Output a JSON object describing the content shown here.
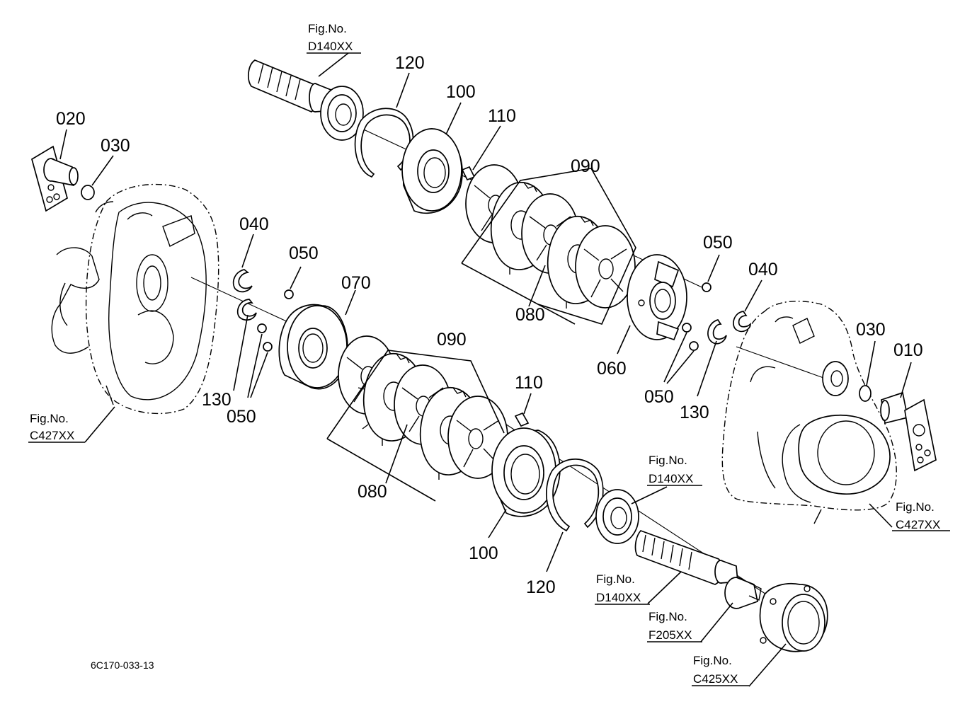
{
  "drawing_code": "6C170-033-13",
  "part_numbers": {
    "p020": "020",
    "p030_left": "030",
    "p040_left": "040",
    "p050_upper_left": "050",
    "p070": "070",
    "p130_left": "130",
    "p050_lower_left": "050",
    "p120_top": "120",
    "p100_top": "100",
    "p110_top": "110",
    "p090_top": "090",
    "p080_top": "080",
    "p050_right_top": "050",
    "p040_right": "040",
    "p060": "060",
    "p050_right_bottom": "050",
    "p130_right": "130",
    "p030_right": "030",
    "p010": "010",
    "p090_bottom": "090",
    "p080_bottom": "080",
    "p110_bottom": "110",
    "p100_bottom": "100",
    "p120_bottom": "120"
  },
  "figure_refs": {
    "top_shaft": {
      "label": "Fig.No.",
      "code": "D140XX"
    },
    "left_case": {
      "label": "Fig.No.",
      "code": "C427XX"
    },
    "right_case": {
      "label": "Fig.No.",
      "code": "C427XX"
    },
    "bottom_bearing": {
      "label": "Fig.No.",
      "code": "D140XX"
    },
    "bottom_shaft": {
      "label": "Fig.No.",
      "code": "D140XX"
    },
    "coupling": {
      "label": "Fig.No.",
      "code": "F205XX"
    },
    "housing": {
      "label": "Fig.No.",
      "code": "C425XX"
    }
  }
}
